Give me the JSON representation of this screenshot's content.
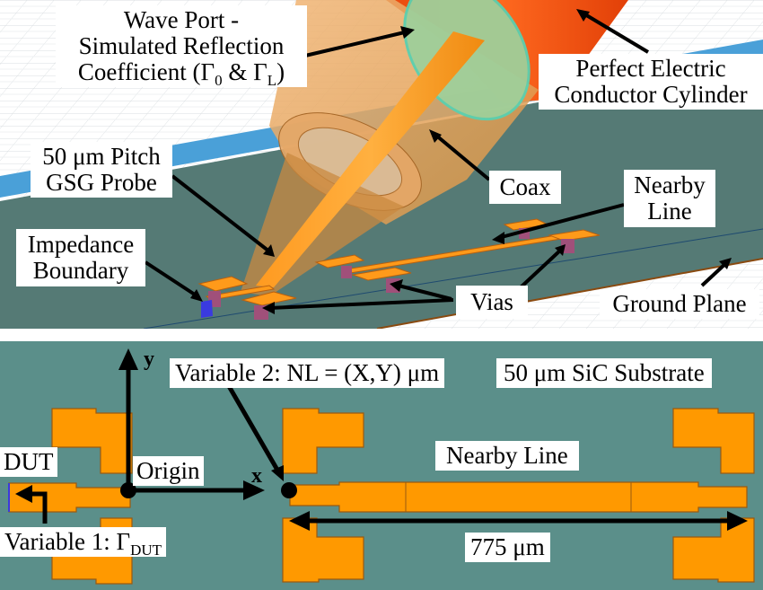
{
  "figure": {
    "top_panel": {
      "description": "3D HFSS-style simulation model of GSG probe over SiC substrate",
      "labels": {
        "wave_port": [
          "Wave Port -",
          "Simulated Reflection",
          "Coefficient (Γ"
        ],
        "wave_port_sub0": "0",
        "wave_port_amp": " & Γ",
        "wave_port_subL": "L",
        "wave_port_close": ")",
        "pec_cylinder": [
          "Perfect Electric",
          "Conductor Cylinder"
        ],
        "gsg_probe": [
          "50 μm Pitch",
          "GSG Probe"
        ],
        "coax": "Coax",
        "nearby_line": [
          "Nearby",
          "Line"
        ],
        "impedance_boundary": [
          "Impedance",
          "Boundary"
        ],
        "vias": "Vias",
        "ground_plane": "Ground Plane"
      }
    },
    "bottom_panel": {
      "description": "2D top-view layout of DUT pads and nearby line",
      "labels": {
        "y_axis": "y",
        "x_axis": "x",
        "origin": "Origin",
        "dut": "DUT",
        "variable1": "Variable 1: Γ",
        "variable1_sub": "DUT",
        "variable2": "Variable 2: NL = (X,Y) μm",
        "substrate": "50 μm SiC Substrate",
        "nearby_line": "Nearby Line",
        "length": "775 μm"
      }
    },
    "colors": {
      "substrate": "#5b8f8a",
      "substrate_3d": "#557a75",
      "metal": "#ff9900",
      "metal_edge": "#9a5a10",
      "pec": "#f25a10",
      "wave_port": "#9fcf9a",
      "via": "#a0507a",
      "impedance_boundary": "#3a3ae0",
      "substrate_edge": "#4aa0d8",
      "mesh": "#d8dde0"
    }
  }
}
